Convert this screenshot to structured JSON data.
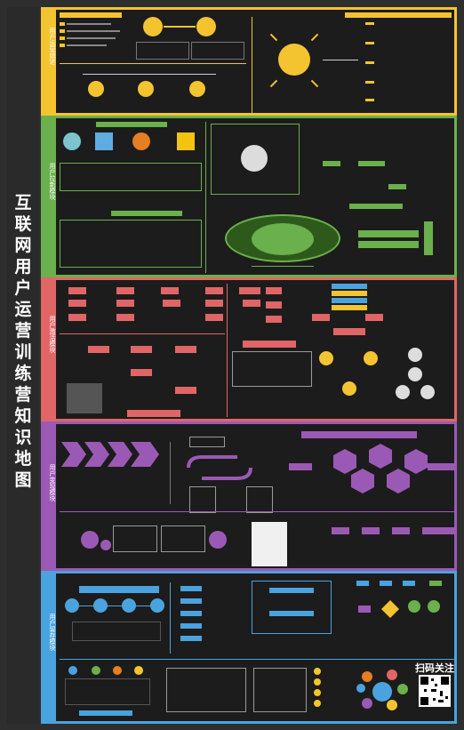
{
  "title_chars": [
    "互",
    "联",
    "网",
    "用",
    "户",
    "运",
    "营",
    "训",
    "练",
    "营",
    "知",
    "识",
    "地",
    "图"
  ],
  "sections": [
    {
      "label": "用户运营综述",
      "color": "#f4c430"
    },
    {
      "label": "用户拉新模块",
      "color": "#6ab04c"
    },
    {
      "label": "用户激活模块",
      "color": "#e06666"
    },
    {
      "label": "用户变现模块",
      "color": "#9b59b6"
    },
    {
      "label": "用户留存模块",
      "color": "#4aa3df"
    }
  ],
  "scan_label": "扫码关注",
  "colors": {
    "background": "#2e2e2e",
    "panel": "#1c1c1c",
    "text": "#ffffff"
  }
}
